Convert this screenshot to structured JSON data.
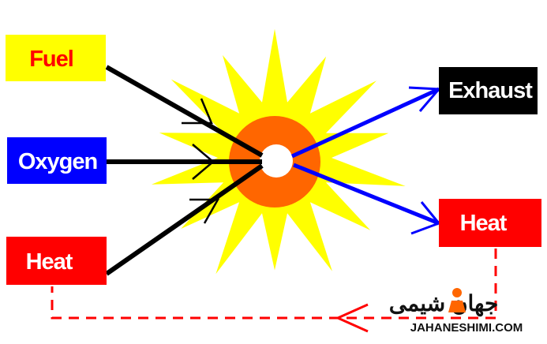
{
  "diagram": {
    "inputs": {
      "fuel": "Fuel",
      "oxygen": "Oxygen",
      "heat": "Heat"
    },
    "outputs": {
      "exhaust": "Exhaust",
      "heat": "Heat"
    },
    "colors": {
      "fuel_box": "#ffff00",
      "fuel_text": "#ff0000",
      "oxygen_box": "#0000ff",
      "oxygen_text": "#ffffff",
      "heat_box": "#ff0000",
      "heat_text": "#ffffff",
      "exhaust_box": "#000000",
      "exhaust_text": "#ffffff",
      "flame_outer": "#ffff00",
      "flame_ring": "#ff6600",
      "flame_core": "#ffffff",
      "input_arrows": "#000000",
      "output_arrows": "#0000ff",
      "feedback_line": "#ff0000"
    }
  },
  "watermark": {
    "brand_persian": "جهان شیمی",
    "site": "JAHANESHIMI.COM",
    "icon": "flask-icon"
  }
}
